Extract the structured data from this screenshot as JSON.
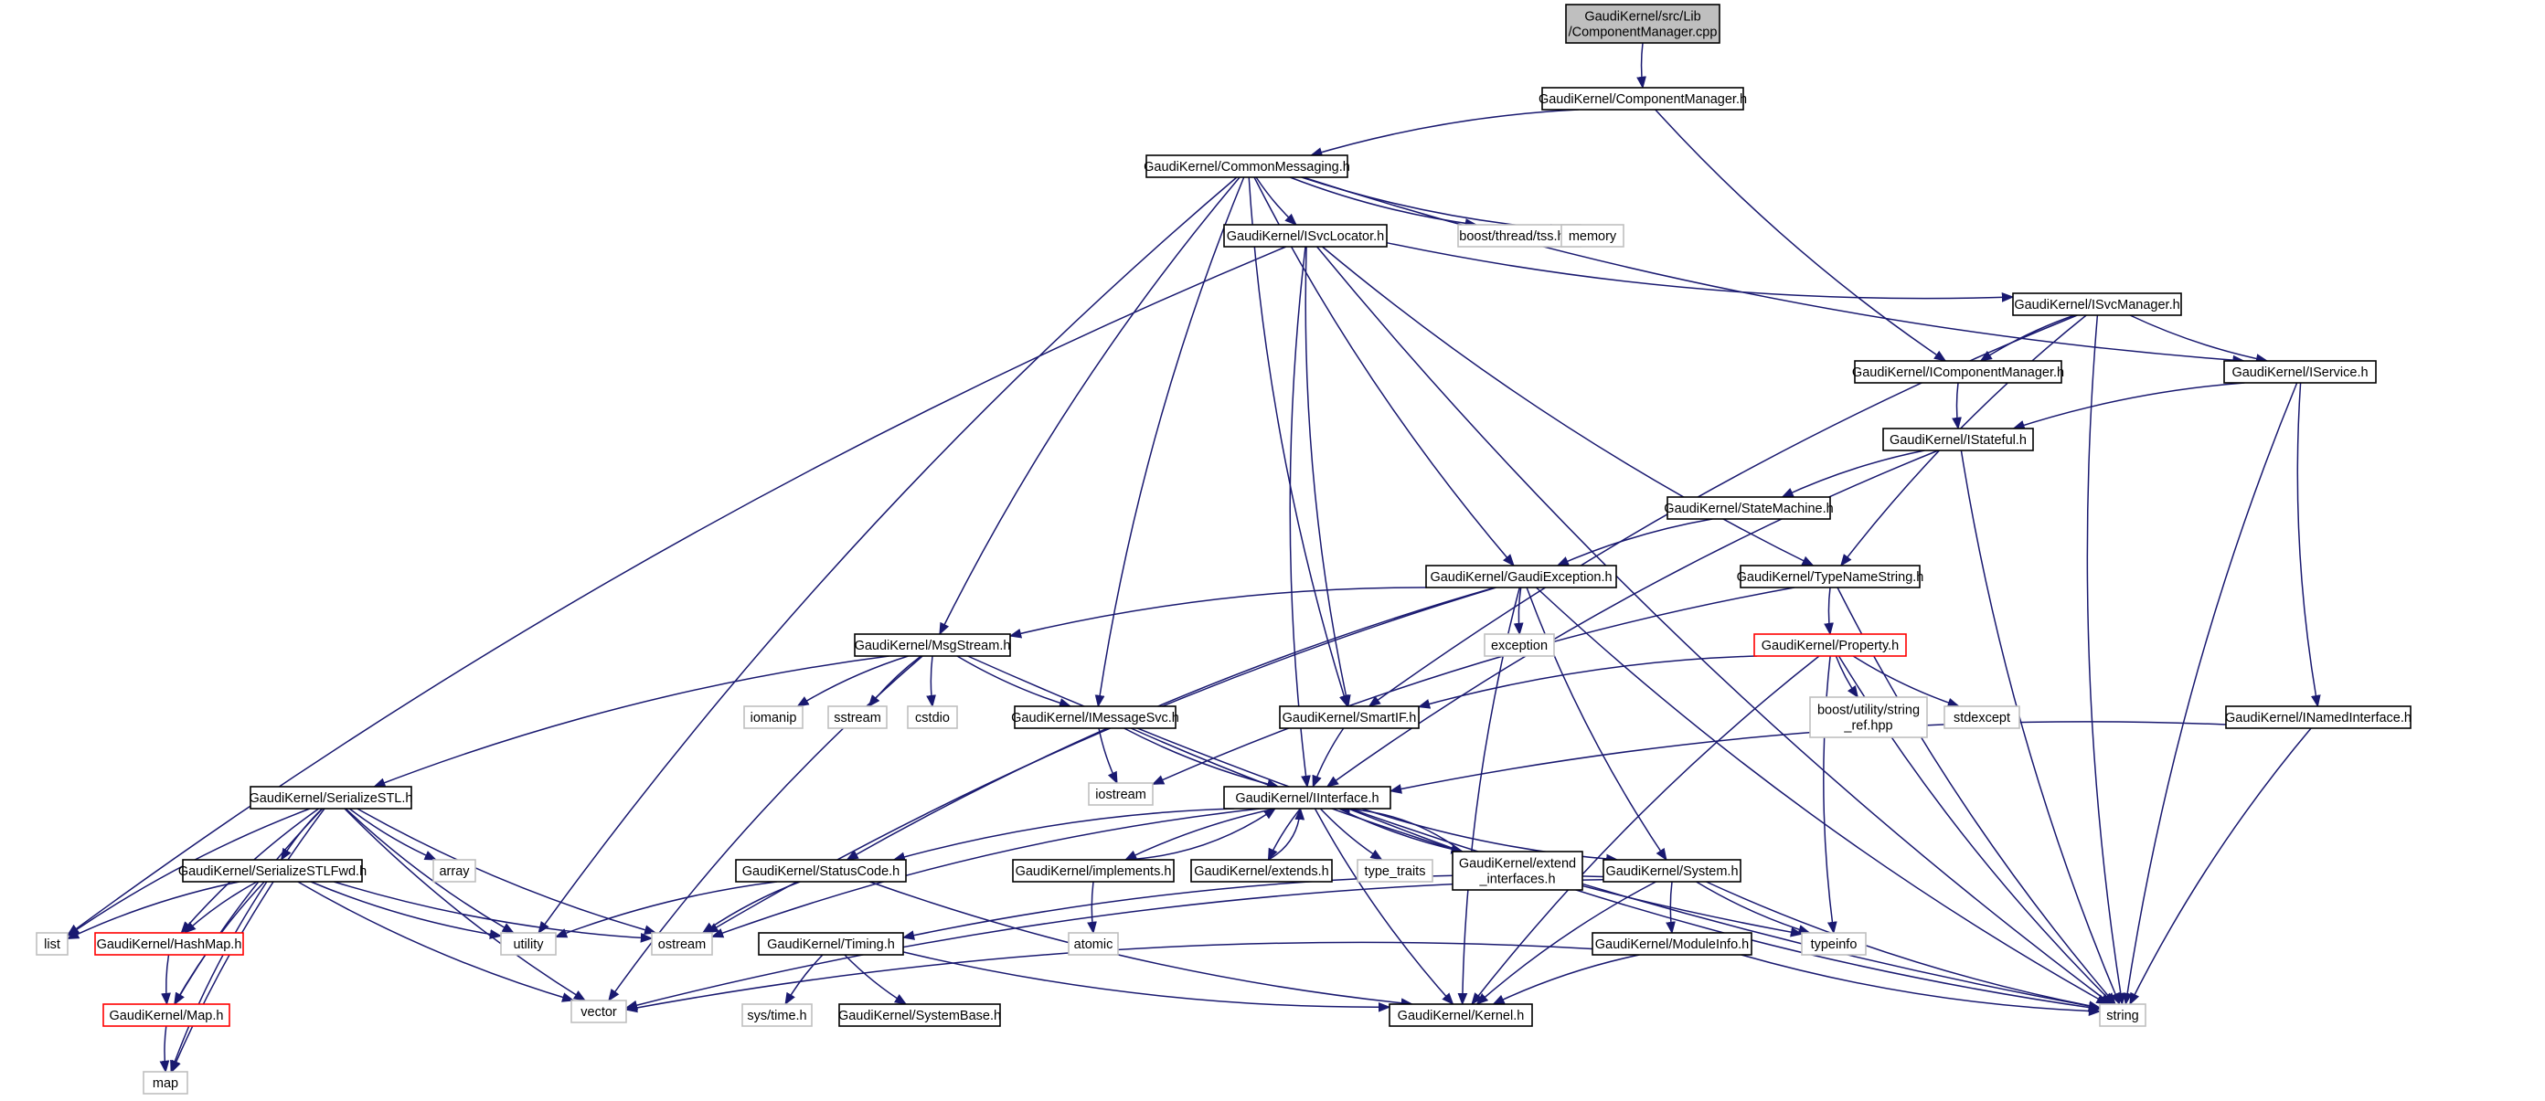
{
  "colors": {
    "edge": "#191970",
    "node_border": "#000000",
    "external_border": "#bfbfbf",
    "red_border": "#ff0000",
    "root_fill": "#bfbfbf",
    "fill": "#ffffff",
    "text": "#000000"
  },
  "nodes": [
    {
      "id": "cm_cpp",
      "lines": [
        "GaudiKernel/src/Lib",
        "/ComponentManager.cpp"
      ],
      "kind": "root"
    },
    {
      "id": "cm_h",
      "lines": [
        "GaudiKernel/ComponentManager.h"
      ],
      "kind": "normal"
    },
    {
      "id": "commsg",
      "lines": [
        "GaudiKernel/CommonMessaging.h"
      ],
      "kind": "normal"
    },
    {
      "id": "isvcloc",
      "lines": [
        "GaudiKernel/ISvcLocator.h"
      ],
      "kind": "normal"
    },
    {
      "id": "tss",
      "lines": [
        "boost/thread/tss.hpp"
      ],
      "kind": "external"
    },
    {
      "id": "memory",
      "lines": [
        "memory"
      ],
      "kind": "external"
    },
    {
      "id": "isvcmgr",
      "lines": [
        "GaudiKernel/ISvcManager.h"
      ],
      "kind": "normal"
    },
    {
      "id": "icompmgr",
      "lines": [
        "GaudiKernel/IComponentManager.h"
      ],
      "kind": "normal"
    },
    {
      "id": "iservice",
      "lines": [
        "GaudiKernel/IService.h"
      ],
      "kind": "normal"
    },
    {
      "id": "istateful",
      "lines": [
        "GaudiKernel/IStateful.h"
      ],
      "kind": "normal"
    },
    {
      "id": "statemachine",
      "lines": [
        "GaudiKernel/StateMachine.h"
      ],
      "kind": "normal"
    },
    {
      "id": "gexc",
      "lines": [
        "GaudiKernel/GaudiException.h"
      ],
      "kind": "normal"
    },
    {
      "id": "typename",
      "lines": [
        "GaudiKernel/TypeNameString.h"
      ],
      "kind": "normal"
    },
    {
      "id": "msgstream",
      "lines": [
        "GaudiKernel/MsgStream.h"
      ],
      "kind": "normal"
    },
    {
      "id": "exception",
      "lines": [
        "exception"
      ],
      "kind": "external"
    },
    {
      "id": "property",
      "lines": [
        "GaudiKernel/Property.h"
      ],
      "kind": "red"
    },
    {
      "id": "boostref",
      "lines": [
        "boost/utility/string",
        "_ref.hpp"
      ],
      "kind": "external"
    },
    {
      "id": "stdexcept",
      "lines": [
        "stdexcept"
      ],
      "kind": "external"
    },
    {
      "id": "inamed",
      "lines": [
        "GaudiKernel/INamedInterface.h"
      ],
      "kind": "normal"
    },
    {
      "id": "iomanip",
      "lines": [
        "iomanip"
      ],
      "kind": "external"
    },
    {
      "id": "sstream",
      "lines": [
        "sstream"
      ],
      "kind": "external"
    },
    {
      "id": "cstdio",
      "lines": [
        "cstdio"
      ],
      "kind": "external"
    },
    {
      "id": "imsgsvc",
      "lines": [
        "GaudiKernel/IMessageSvc.h"
      ],
      "kind": "normal"
    },
    {
      "id": "smartif",
      "lines": [
        "GaudiKernel/SmartIF.h"
      ],
      "kind": "normal"
    },
    {
      "id": "iostream",
      "lines": [
        "iostream"
      ],
      "kind": "external"
    },
    {
      "id": "iinterface",
      "lines": [
        "GaudiKernel/IInterface.h"
      ],
      "kind": "normal"
    },
    {
      "id": "serstl",
      "lines": [
        "GaudiKernel/SerializeSTL.h"
      ],
      "kind": "normal"
    },
    {
      "id": "array",
      "lines": [
        "array"
      ],
      "kind": "external"
    },
    {
      "id": "serstlfwd",
      "lines": [
        "GaudiKernel/SerializeSTLFwd.h"
      ],
      "kind": "normal"
    },
    {
      "id": "statuscode",
      "lines": [
        "GaudiKernel/StatusCode.h"
      ],
      "kind": "normal"
    },
    {
      "id": "implements",
      "lines": [
        "GaudiKernel/implements.h"
      ],
      "kind": "normal"
    },
    {
      "id": "extends",
      "lines": [
        "GaudiKernel/extends.h"
      ],
      "kind": "normal"
    },
    {
      "id": "typetraits",
      "lines": [
        "type_traits"
      ],
      "kind": "external"
    },
    {
      "id": "extendif",
      "lines": [
        "GaudiKernel/extend",
        "_interfaces.h"
      ],
      "kind": "normal"
    },
    {
      "id": "system",
      "lines": [
        "GaudiKernel/System.h"
      ],
      "kind": "normal"
    },
    {
      "id": "list",
      "lines": [
        "list"
      ],
      "kind": "external"
    },
    {
      "id": "hashmap",
      "lines": [
        "GaudiKernel/HashMap.h"
      ],
      "kind": "red"
    },
    {
      "id": "utility",
      "lines": [
        "utility"
      ],
      "kind": "external"
    },
    {
      "id": "ostream",
      "lines": [
        "ostream"
      ],
      "kind": "external"
    },
    {
      "id": "atomic",
      "lines": [
        "atomic"
      ],
      "kind": "external"
    },
    {
      "id": "timing",
      "lines": [
        "GaudiKernel/Timing.h"
      ],
      "kind": "normal"
    },
    {
      "id": "typeinfo",
      "lines": [
        "typeinfo"
      ],
      "kind": "external"
    },
    {
      "id": "moduleinfo",
      "lines": [
        "GaudiKernel/ModuleInfo.h"
      ],
      "kind": "normal"
    },
    {
      "id": "map_h",
      "lines": [
        "GaudiKernel/Map.h"
      ],
      "kind": "red"
    },
    {
      "id": "vector",
      "lines": [
        "vector"
      ],
      "kind": "external"
    },
    {
      "id": "systime",
      "lines": [
        "sys/time.h"
      ],
      "kind": "external"
    },
    {
      "id": "sysbase",
      "lines": [
        "GaudiKernel/SystemBase.h"
      ],
      "kind": "normal"
    },
    {
      "id": "kernel",
      "lines": [
        "GaudiKernel/Kernel.h"
      ],
      "kind": "normal"
    },
    {
      "id": "string",
      "lines": [
        "string"
      ],
      "kind": "external"
    },
    {
      "id": "map",
      "lines": [
        "map"
      ],
      "kind": "external"
    }
  ],
  "edges": [
    [
      "cm_cpp",
      "cm_h"
    ],
    [
      "cm_h",
      "commsg"
    ],
    [
      "cm_h",
      "icompmgr"
    ],
    [
      "commsg",
      "isvcloc"
    ],
    [
      "commsg",
      "tss"
    ],
    [
      "commsg",
      "memory"
    ],
    [
      "commsg",
      "iservice"
    ],
    [
      "commsg",
      "gexc"
    ],
    [
      "commsg",
      "msgstream"
    ],
    [
      "commsg",
      "imsgsvc"
    ],
    [
      "commsg",
      "smartif"
    ],
    [
      "commsg",
      "utility"
    ],
    [
      "isvcloc",
      "isvcmgr"
    ],
    [
      "isvcloc",
      "smartif"
    ],
    [
      "isvcloc",
      "typename"
    ],
    [
      "isvcloc",
      "iinterface"
    ],
    [
      "isvcloc",
      "list"
    ],
    [
      "isvcloc",
      "string"
    ],
    [
      "isvcmgr",
      "icompmgr"
    ],
    [
      "isvcmgr",
      "iservice"
    ],
    [
      "isvcmgr",
      "typename"
    ],
    [
      "isvcmgr",
      "smartif"
    ],
    [
      "isvcmgr",
      "string"
    ],
    [
      "icompmgr",
      "istateful"
    ],
    [
      "iservice",
      "istateful"
    ],
    [
      "iservice",
      "inamed"
    ],
    [
      "iservice",
      "string"
    ],
    [
      "istateful",
      "statemachine"
    ],
    [
      "istateful",
      "iinterface"
    ],
    [
      "istateful",
      "string"
    ],
    [
      "statemachine",
      "gexc"
    ],
    [
      "gexc",
      "msgstream"
    ],
    [
      "gexc",
      "exception"
    ],
    [
      "gexc",
      "statuscode"
    ],
    [
      "gexc",
      "system"
    ],
    [
      "gexc",
      "string"
    ],
    [
      "gexc",
      "kernel"
    ],
    [
      "gexc",
      "ostream"
    ],
    [
      "typename",
      "property"
    ],
    [
      "typename",
      "string"
    ],
    [
      "typename",
      "iostream"
    ],
    [
      "property",
      "boostref"
    ],
    [
      "property",
      "stdexcept"
    ],
    [
      "property",
      "smartif"
    ],
    [
      "property",
      "string"
    ],
    [
      "property",
      "typeinfo"
    ],
    [
      "property",
      "kernel"
    ],
    [
      "inamed",
      "iinterface"
    ],
    [
      "inamed",
      "string"
    ],
    [
      "msgstream",
      "iomanip"
    ],
    [
      "msgstream",
      "sstream"
    ],
    [
      "msgstream",
      "cstdio"
    ],
    [
      "msgstream",
      "imsgsvc"
    ],
    [
      "msgstream",
      "serstl"
    ],
    [
      "msgstream",
      "string"
    ],
    [
      "msgstream",
      "vector"
    ],
    [
      "imsgsvc",
      "iostream"
    ],
    [
      "imsgsvc",
      "iinterface"
    ],
    [
      "imsgsvc",
      "typeinfo"
    ],
    [
      "smartif",
      "iinterface"
    ],
    [
      "iinterface",
      "statuscode"
    ],
    [
      "iinterface",
      "implements"
    ],
    [
      "iinterface",
      "extends"
    ],
    [
      "iinterface",
      "typetraits"
    ],
    [
      "iinterface",
      "extendif"
    ],
    [
      "iinterface",
      "system"
    ],
    [
      "iinterface",
      "ostream"
    ],
    [
      "iinterface",
      "kernel"
    ],
    [
      "iinterface",
      "string"
    ],
    [
      "implements",
      "iinterface"
    ],
    [
      "implements",
      "atomic"
    ],
    [
      "extends",
      "iinterface"
    ],
    [
      "extendif",
      "iinterface"
    ],
    [
      "serstl",
      "array"
    ],
    [
      "serstl",
      "serstlfwd"
    ],
    [
      "serstl",
      "list"
    ],
    [
      "serstl",
      "hashmap"
    ],
    [
      "serstl",
      "utility"
    ],
    [
      "serstl",
      "ostream"
    ],
    [
      "serstl",
      "map_h"
    ],
    [
      "serstl",
      "vector"
    ],
    [
      "serstl",
      "map"
    ],
    [
      "serstlfwd",
      "list"
    ],
    [
      "serstlfwd",
      "hashmap"
    ],
    [
      "serstlfwd",
      "utility"
    ],
    [
      "serstlfwd",
      "ostream"
    ],
    [
      "serstlfwd",
      "map_h"
    ],
    [
      "serstlfwd",
      "vector"
    ],
    [
      "serstlfwd",
      "map"
    ],
    [
      "statuscode",
      "utility"
    ],
    [
      "statuscode",
      "ostream"
    ],
    [
      "statuscode",
      "kernel"
    ],
    [
      "system",
      "timing"
    ],
    [
      "system",
      "moduleinfo"
    ],
    [
      "system",
      "typeinfo"
    ],
    [
      "system",
      "kernel"
    ],
    [
      "system",
      "string"
    ],
    [
      "system",
      "vector"
    ],
    [
      "hashmap",
      "map_h"
    ],
    [
      "map_h",
      "map"
    ],
    [
      "timing",
      "systime"
    ],
    [
      "timing",
      "sysbase"
    ],
    [
      "timing",
      "kernel"
    ],
    [
      "moduleinfo",
      "kernel"
    ],
    [
      "moduleinfo",
      "string"
    ],
    [
      "moduleinfo",
      "vector"
    ]
  ]
}
